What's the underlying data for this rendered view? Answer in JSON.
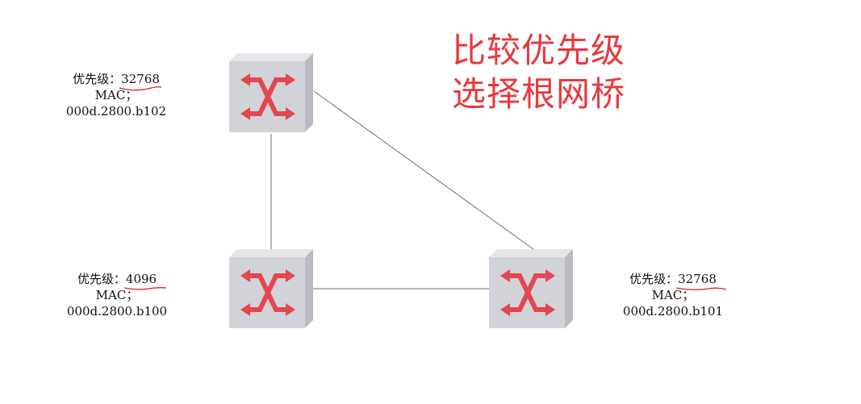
{
  "diagram": {
    "title_line1": "比较优先级",
    "title_line2": "选择根网桥",
    "title_color": "#e8383d",
    "switch_icon": "network-switch-icon",
    "switch_colors": {
      "top": "#e6e6ea",
      "front": "#d2d3d9",
      "side": "#b9bac2",
      "arrows": "#e3474f"
    },
    "link_color": "#6e6e6e",
    "underline_color": "#d9202a",
    "switches": [
      {
        "id": "top",
        "priority_label": "优先级：",
        "priority": "32768",
        "mac_label": "MAC；",
        "mac": "000d.2800.b102"
      },
      {
        "id": "bottom-left",
        "priority_label": "优先级：",
        "priority": "4096",
        "mac_label": "MAC；",
        "mac": "000d.2800.b100"
      },
      {
        "id": "bottom-right",
        "priority_label": "优先级：",
        "priority": "32768",
        "mac_label": "MAC；",
        "mac": "000d.2800.b101"
      }
    ]
  }
}
